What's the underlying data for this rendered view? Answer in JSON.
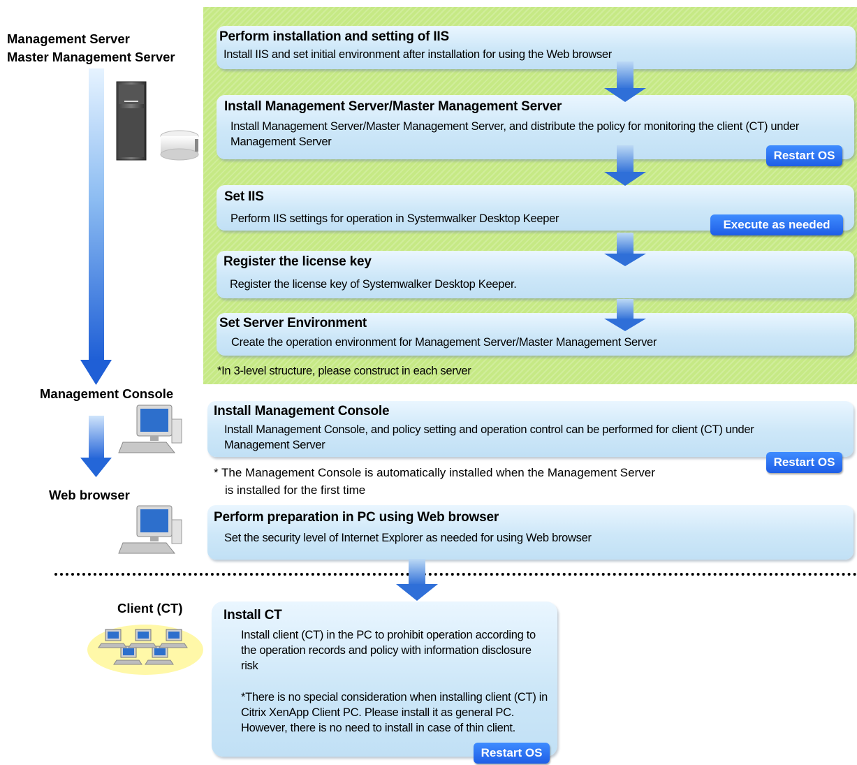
{
  "labels": {
    "server_line1": "Management Server",
    "server_line2": "Master Management Server",
    "console": "Management Console",
    "web": "Web browser",
    "client": "Client (CT)"
  },
  "steps": {
    "iis_install": {
      "title": "Perform installation and setting of IIS",
      "desc": "Install IIS  and set initial environment after installation for using the Web browser"
    },
    "server_install": {
      "title": "Install Management Server/Master Management Server",
      "desc": "Install Management Server/Master Management Server, and distribute  the policy for monitoring the client (CT)  under Management Server"
    },
    "set_iis": {
      "title": "Set IIS",
      "desc": "Perform IIS  settings for operation in Systemwalker Desktop Keeper"
    },
    "license": {
      "title": "Register the license key",
      "desc": "Register the license key of Systemwalker Desktop Keeper."
    },
    "server_env": {
      "title": "Set Server Environment",
      "desc": "Create the operation environment for Management Server/Master Management Server"
    },
    "console_install": {
      "title": "Install Management Console",
      "desc": "Install Management Console, and policy setting and operation control can be performed for client (CT) under Management Server"
    },
    "web_prep": {
      "title": "Perform preparation in PC using Web browser",
      "desc": "Set the security level of Internet Explorer as needed for using Web browser"
    },
    "ct_install": {
      "title": "Install CT",
      "desc1": "Install client (CT) in the PC to prohibit operation according to the operation records and policy with information disclosure risk",
      "desc2": "*There is no special consideration when installing client (CT) in Citrix XenApp Client PC. Please install it as general PC. However, there is no need to install in case of thin client."
    }
  },
  "notes": {
    "three_level": "*In 3-level structure, please construct in each server",
    "console_auto_1": "* The Management  Console  is automatically installed  when  the  Management  Server",
    "console_auto_2": "is installed  for  the first time"
  },
  "badges": {
    "restart": "Restart OS",
    "execute": "Execute as needed"
  },
  "colors": {
    "green_panel": "#c6e985",
    "box_blue": "#cde7f8",
    "badge_blue": "#2f74f0",
    "arrow_blue": "#2f6fd8"
  }
}
